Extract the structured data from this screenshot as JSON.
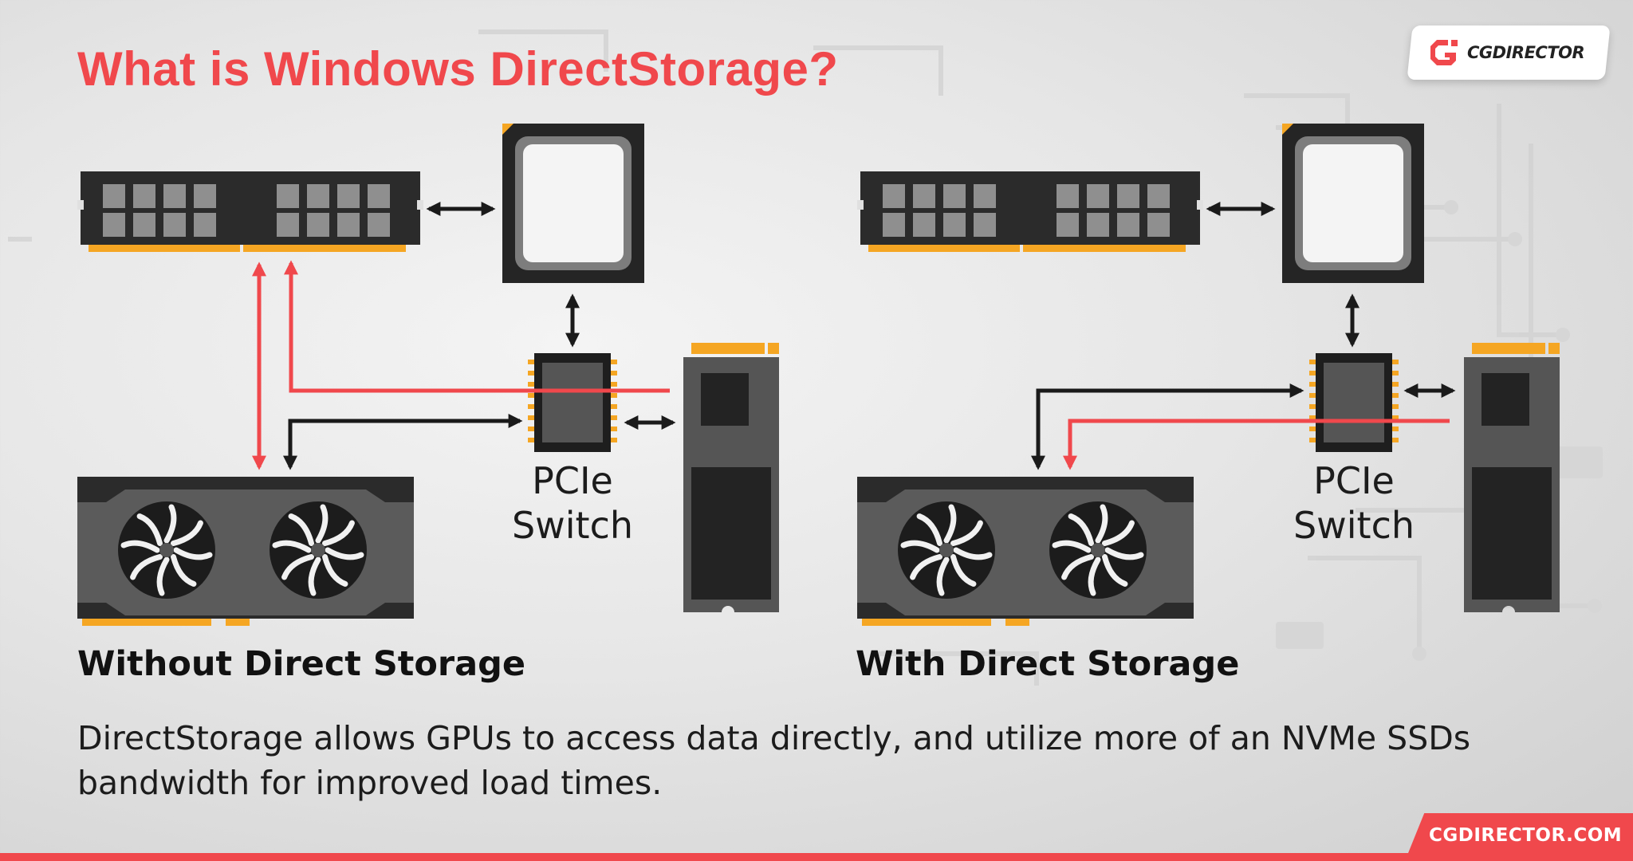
{
  "title": "What is Windows DirectStorage?",
  "logo": {
    "text": "CGDIRECTOR",
    "icon": "cg-logo-icon"
  },
  "panels": [
    {
      "caption": "Without Direct Storage",
      "switch_label_line1": "PCIe",
      "switch_label_line2": "Switch"
    },
    {
      "caption": "With Direct Storage",
      "switch_label_line1": "PCIe",
      "switch_label_line2": "Switch"
    }
  ],
  "description": "DirectStorage allows GPUs to access data directly, and utilize more of an NVMe SSDs bandwidth for improved load times.",
  "footer": {
    "url": "CGDIRECTOR.COM"
  },
  "colors": {
    "accent_red": "#f0484c",
    "component_dark": "#2a2a2a",
    "component_mid": "#555555",
    "gold_contacts": "#f5a623",
    "arrow_black": "#1a1a1a"
  }
}
